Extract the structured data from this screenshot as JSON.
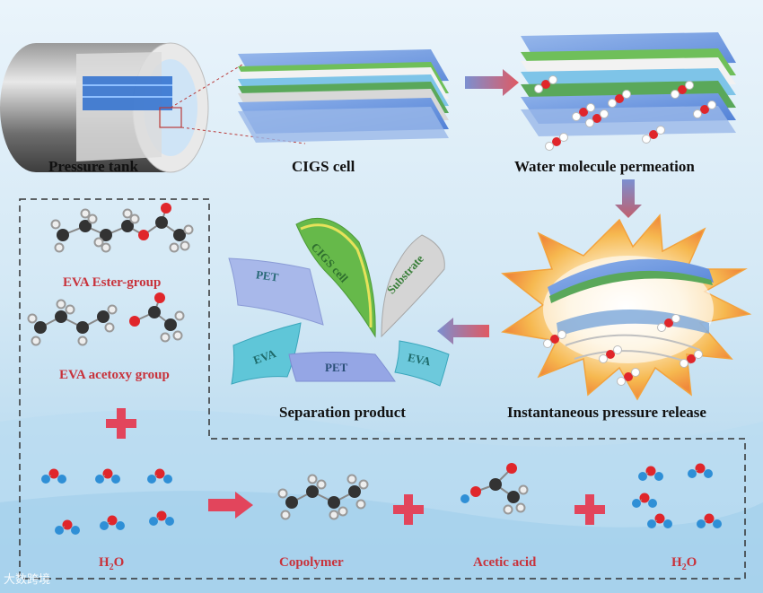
{
  "labels": {
    "pressure_tank": "Pressure tank",
    "cigs_cell": "CIGS cell",
    "water_permeation": "Water molecule permeation",
    "eva_ester": "EVA Ester-group",
    "eva_acetoxy": "EVA acetoxy group",
    "separation_product": "Separation product",
    "instant_release": "Instantaneous pressure release",
    "copolymer": "Copolymer",
    "acetic_acid": "Acetic acid"
  },
  "h2o": {
    "h": "H",
    "sub": "2",
    "o": "O"
  },
  "films": {
    "pet_top": "PET",
    "cigs": "CIGS cell",
    "substrate": "Substrate",
    "eva_left": "EVA",
    "pet_bottom": "PET",
    "eva_right": "EVA"
  },
  "watermark": "大数跨境",
  "colors": {
    "background": "#cfe6f4",
    "label_red": "#c8323b",
    "arrow_gradient_start": "#6f87c9",
    "arrow_gradient_end": "#e0616b",
    "plus_red": "#e2455c",
    "oxygen": "#e0262b",
    "hydrogen_blue": "#2f8fd6",
    "carbon": "#333333",
    "burst": "#f6c36a"
  },
  "icons": [
    "pressure-tank-icon",
    "cigs-layer-stack-icon",
    "water-molecule-icon",
    "explosion-burst-icon",
    "plus-icon",
    "arrow-right-icon"
  ]
}
